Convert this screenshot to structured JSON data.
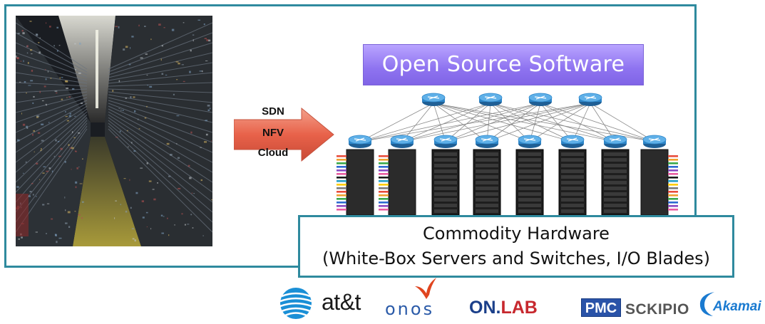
{
  "arrow": {
    "labels": [
      "SDN",
      "NFV",
      "Cloud"
    ],
    "color": "#e8624a"
  },
  "software_box": {
    "label": "Open Source Software",
    "color": "#8e73f0"
  },
  "hardware_box": {
    "line1": "Commodity Hardware",
    "line2": "(White-Box Servers and Switches, I/O Blades)"
  },
  "network": {
    "spine_switches": 4,
    "leaf_switches": 8,
    "servers": [
      "io-blade",
      "io-blade",
      "server",
      "server",
      "server",
      "server",
      "server",
      "io-blade"
    ],
    "switch_color": "#2d86c9"
  },
  "photo": {
    "description_icon": "datacenter-aisle-photo"
  },
  "logos": {
    "att": "at&t",
    "onos": "onos",
    "onlab_on": "ON.",
    "onlab_lab": "LAB",
    "pmc": "PMC",
    "sckipio": "SCKIPIO",
    "akamai": "Akamai"
  },
  "colors": {
    "frame_border": "#2f8a9e"
  }
}
